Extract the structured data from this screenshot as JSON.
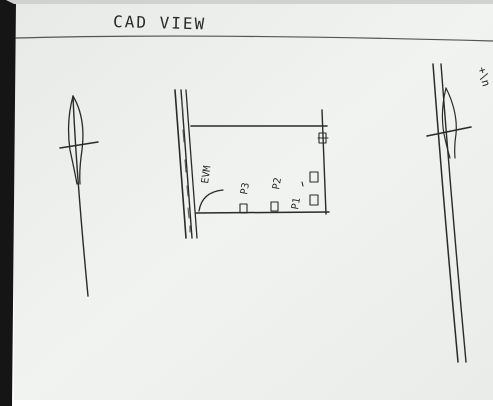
{
  "page": {
    "title": "CAD VIEW"
  },
  "sketch": {
    "labels": {
      "evm": "EVM",
      "p3": "P3",
      "p2": "P2",
      "p1": "P1"
    },
    "margin_note": "+\\n"
  },
  "colors": {
    "paper": "#eef0ee",
    "ink": "#2a2a2a",
    "border": "#111111"
  }
}
